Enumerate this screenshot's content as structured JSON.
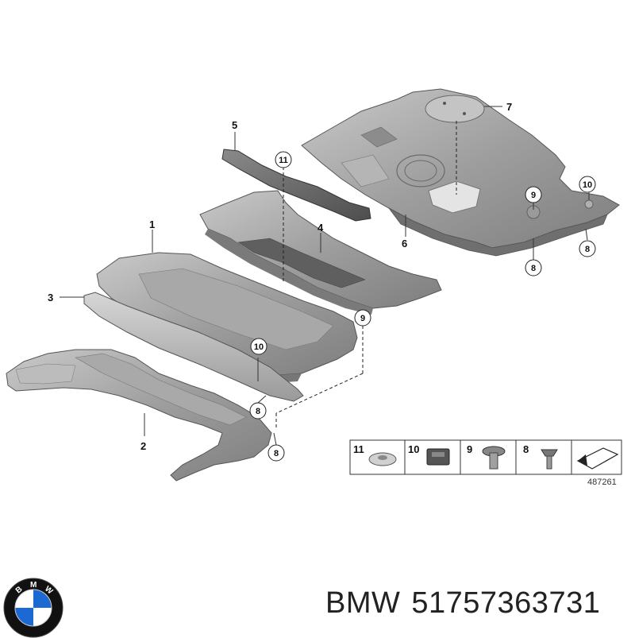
{
  "diagram": {
    "callouts": [
      {
        "id": "c1",
        "label": "1"
      },
      {
        "id": "c2",
        "label": "2"
      },
      {
        "id": "c3",
        "label": "3"
      },
      {
        "id": "c4",
        "label": "4"
      },
      {
        "id": "c5",
        "label": "5"
      },
      {
        "id": "c6",
        "label": "6"
      },
      {
        "id": "c7",
        "label": "7"
      }
    ],
    "circled": {
      "n11": "11",
      "n10a": "10",
      "n10b": "10",
      "n9a": "9",
      "n9b": "9",
      "n8a": "8",
      "n8b": "8",
      "n8c": "8",
      "n8d": "8"
    },
    "legend": {
      "items": [
        "11",
        "10",
        "9",
        "8"
      ],
      "reference": "487261"
    }
  },
  "caption": {
    "brand": "BMW",
    "part_number": "51757363731"
  },
  "logo": {
    "letters": "BMW",
    "colors": {
      "blue": "#1c69d4",
      "white": "#ffffff",
      "ring": "#111111"
    }
  }
}
